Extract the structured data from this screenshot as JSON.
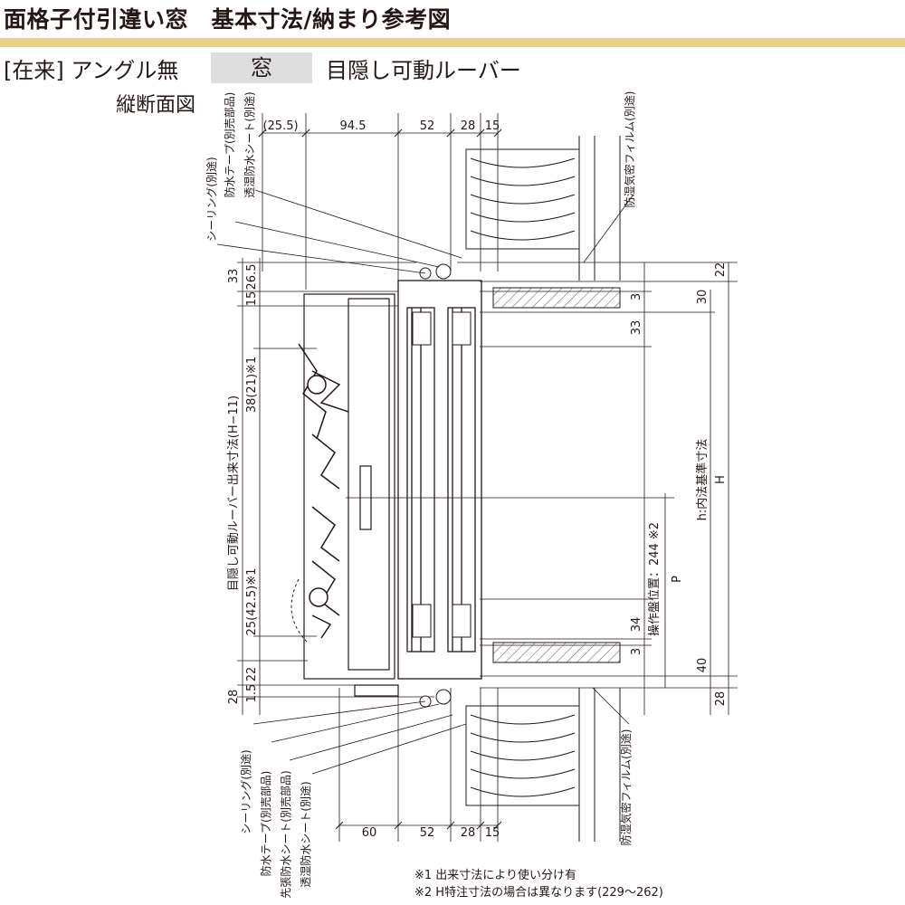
{
  "header": {
    "title": "面格子付引違い窓　基本寸法/納まり参考図",
    "subtitle_left": "[在来] アングル無",
    "subtitle_tag": "窓",
    "subtitle_right": "目隠し可動ルーバー",
    "section_caption": "縦断面図"
  },
  "top_dims": {
    "d1": "(25.5)",
    "d2": "94.5",
    "d3": "52",
    "d4": "28",
    "d5": "15"
  },
  "bottom_dims": {
    "d1": "60",
    "d2": "52",
    "d3": "28",
    "d4": "15"
  },
  "left_dims": {
    "d33": "33",
    "d26_5": "26.5",
    "d15": "15",
    "d38": "38(21)※1",
    "louver": "目隠し可動ルーバー出来寸法(H−11)",
    "d25": "25(42.5)※1",
    "d22": "22",
    "d28": "28",
    "d1_5": "1.5"
  },
  "right_dims": {
    "d22": "22",
    "d3a": "3",
    "d30": "30",
    "d33": "33",
    "inner": "h:内法基準寸法",
    "H": "H",
    "P": "P",
    "op": "操作盤位置：244 ※2",
    "d34": "34",
    "d3b": "3",
    "d40": "40",
    "d28": "28"
  },
  "callouts_top": {
    "sealing": "シーリング(別途)",
    "tape": "防水テープ(別売部品)",
    "sheet": "透湿防水シート(別途)",
    "film": "防湿気密フィルム(別途)"
  },
  "callouts_bottom": {
    "sealing": "シーリング(別途)",
    "tape": "防水テープ(別売部品)",
    "sheet_adv": "先張防水シート(別売部品)",
    "sheet": "透湿防水シート(別途)",
    "film": "防湿気密フィルム(別途)"
  },
  "notes": {
    "n1": "※1 出来寸法により使い分け有",
    "n2": "※2 H特注寸法の場合は異なります(229〜262)"
  }
}
